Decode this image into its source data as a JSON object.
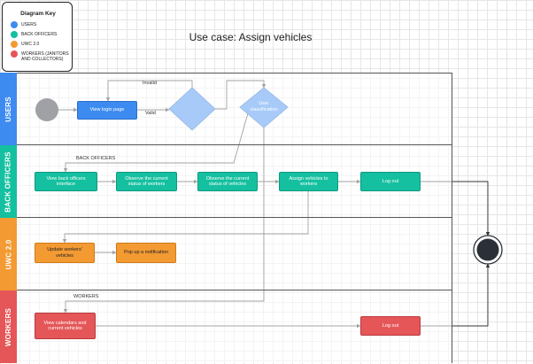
{
  "title": "Use case: Assign vehicles",
  "legend": {
    "title": "Diagram Key",
    "items": [
      {
        "color": "#3d8bf0",
        "label": "USERS"
      },
      {
        "color": "#14c09f",
        "label": "BACK OFFICERS"
      },
      {
        "color": "#f39a33",
        "label": "UWC 2.0"
      },
      {
        "color": "#e55658",
        "label": "WORKERS (JANITORS AND COLLECTORS)"
      }
    ]
  },
  "lanes": [
    {
      "label": "USERS",
      "color": "#3d8bf0"
    },
    {
      "label": "BACK OFFICERS",
      "color": "#14c09f"
    },
    {
      "label": "UWC 2.0",
      "color": "#f39a33"
    },
    {
      "label": "WORKERS",
      "color": "#e55658"
    }
  ],
  "nodes": {
    "view_login": "View login page",
    "user_classification": "User classification",
    "view_back_officers": "View back officers interface",
    "observe_workers": "Observe the current status of workers",
    "observe_vehicles": "Observe the current status of vehicles",
    "assign_vehicles": "Assign vehicles to workers",
    "logout_back": "Log out",
    "update_workers": "Update workers' vehicles",
    "popup_notification": "Pop up a notification",
    "view_calendars": "View calendars and current vehicles",
    "logout_workers": "Log out"
  },
  "edge_labels": {
    "invalid": "Invalid",
    "valid": "Valid",
    "back_officers": "BACK OFFICERS",
    "workers": "WORKERS"
  }
}
